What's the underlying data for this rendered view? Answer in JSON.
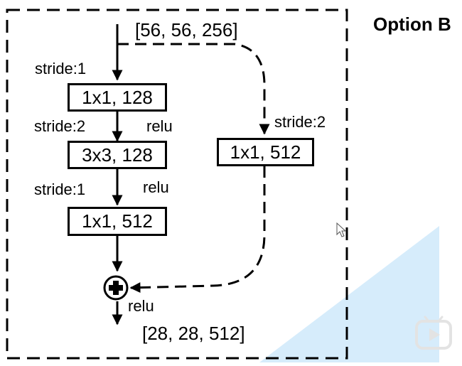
{
  "title": "Option B",
  "input_shape": "[56, 56, 256]",
  "output_shape": "[28, 28, 512]",
  "main_path": {
    "stride_1": "stride:1",
    "conv_1": "1x1, 128",
    "stride_2": "stride:2",
    "relu_1": "relu",
    "conv_2": "3x3, 128",
    "stride_3": "stride:1",
    "relu_2": "relu",
    "conv_3": "1x1, 512"
  },
  "shortcut": {
    "stride": "stride:2",
    "conv": "1x1, 512"
  },
  "add_relu": "relu",
  "colors": {
    "line": "#000000",
    "watermark": "#d6ecfb",
    "player_icon": "#e3e3e3"
  },
  "icons": [
    "add-circle-icon",
    "mouse-cursor-icon",
    "video-player-icon"
  ]
}
